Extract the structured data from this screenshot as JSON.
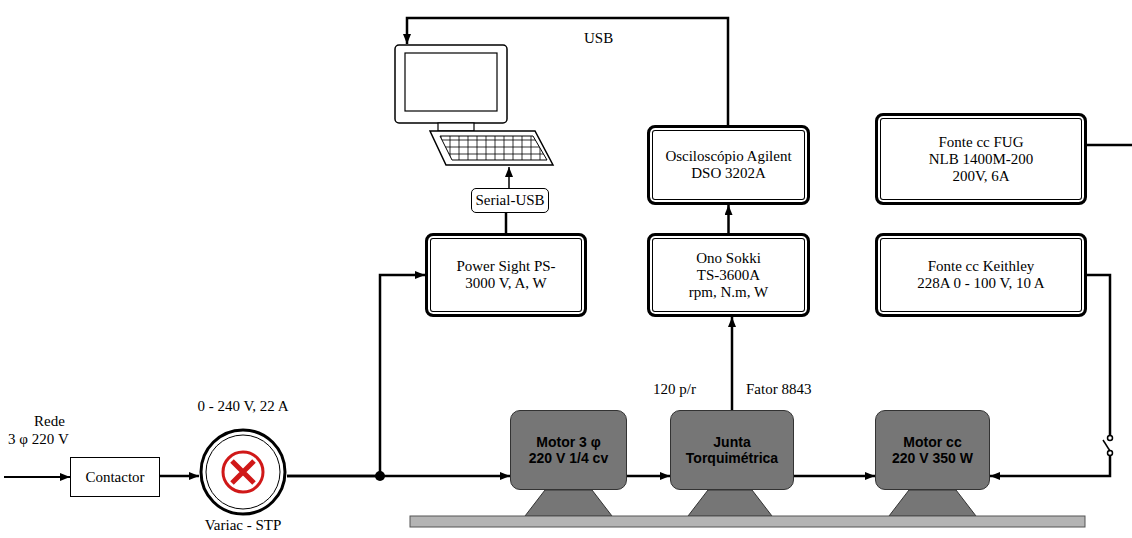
{
  "diagram": {
    "nodes": [
      {
        "text": [
          "Osciloscópio Agilent DSO 3202A"
        ]
      },
      {
        "text": [
          "Fonte cc FUG NLB 1400M-200 200V, 6A"
        ]
      },
      {
        "text": [
          "Serial-USB"
        ]
      },
      {
        "text": [
          "Power Sight PS-3000 V, A, W"
        ]
      },
      {
        "text": [
          "Ono Sokki TS-3600A rpm, N.m, W"
        ]
      },
      {
        "text": [
          "Fonte cc Keithley 228A 0 - 100 V, 10 A"
        ]
      },
      {
        "text": [
          "Contactor"
        ]
      },
      {
        "text": [
          "0 - 240 V, 22 A",
          "Variac - STP"
        ]
      },
      {
        "text": [
          "Motor 3 φ 220 V 1/4 cv"
        ]
      },
      {
        "text": [
          "Junta Torquimétrica"
        ]
      },
      {
        "text": [
          "Motor cc 220 V 350 W"
        ]
      }
    ],
    "edges": [
      {
        "from": 6,
        "to": 7,
        "arrow": "to"
      },
      {
        "from": 7,
        "to": 3,
        "arrow": "to"
      },
      {
        "from": 7,
        "to": 8,
        "arrow": "to"
      },
      {
        "from": 3,
        "to": 2,
        "arrow": "none"
      },
      {
        "from": 8,
        "to": 9,
        "arrow": "to"
      },
      {
        "from": 9,
        "to": 10,
        "arrow": "to"
      },
      {
        "from": 9,
        "to": 4,
        "arrow": "to"
      },
      {
        "from": 4,
        "to": 0,
        "arrow": "to"
      },
      {
        "from": 5,
        "to": 10,
        "arrow": "to"
      }
    ],
    "labels": [
      "Rede",
      "3 φ 220 V",
      "USB",
      "120 p/r",
      "Fator 8843"
    ]
  }
}
